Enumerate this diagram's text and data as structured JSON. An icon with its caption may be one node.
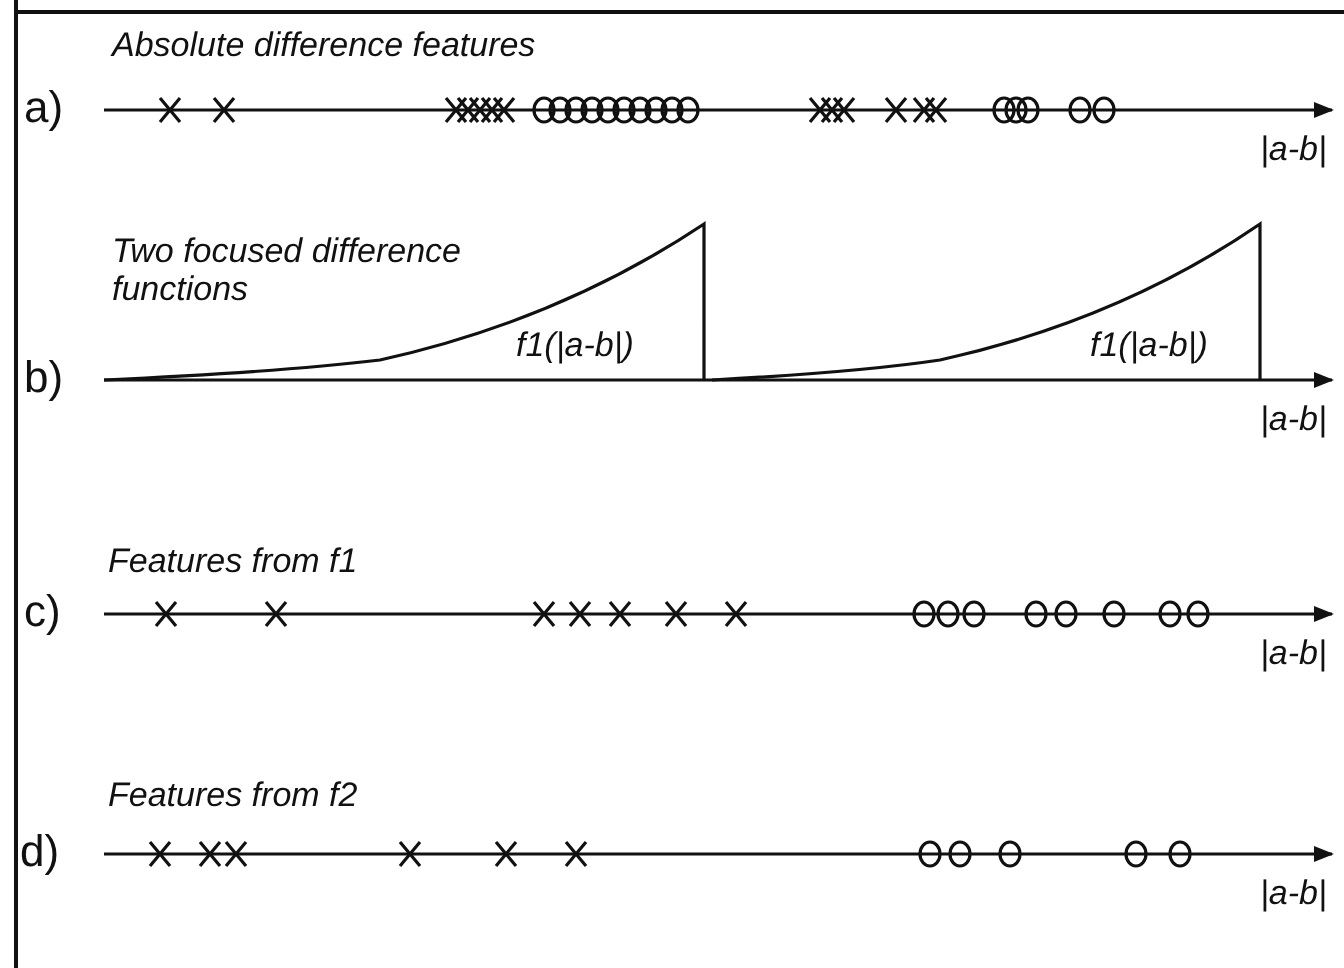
{
  "diagram": {
    "labels": [
      "Absolute difference features",
      "a)",
      "|a-b|",
      "Two focused difference functions",
      "b)",
      "f1(|a-b|)",
      "f1(|a-b|)",
      "|a-b|",
      "Features from f1",
      "c)",
      "|a-b|",
      "Features from f2",
      "d)",
      "|a-b|"
    ]
  }
}
